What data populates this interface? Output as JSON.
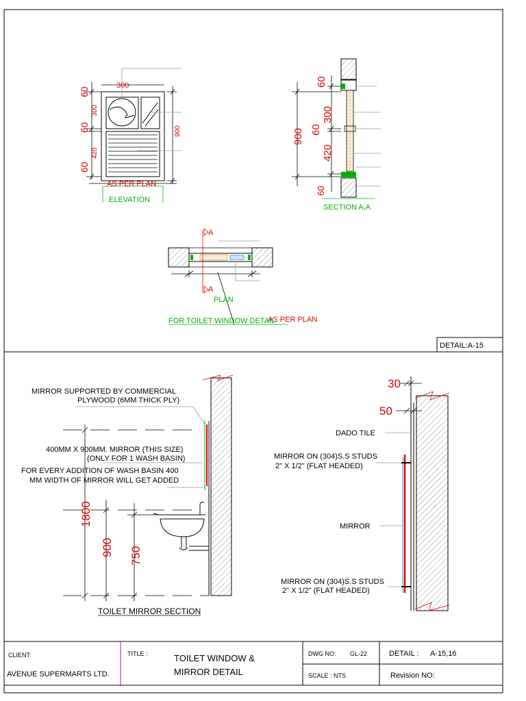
{
  "detail_a15": {
    "elevation": {
      "dims": {
        "w": "300",
        "top": "60",
        "fan": "300",
        "mid": "60",
        "louver": "420",
        "bot": "60",
        "total": "900"
      },
      "as_per_plan": "AS PER PLAN",
      "label": "ELEVATION"
    },
    "section": {
      "dims": {
        "top": "60",
        "a": "300",
        "b": "60",
        "c": "420",
        "d": "60",
        "total": "900"
      },
      "label": "SECTION A,A"
    },
    "plan": {
      "marker": "A",
      "label": "PLAN",
      "as_per_plan": "AS PER PLAN"
    },
    "title": "FOR TOILET WINDOW DETAIL",
    "detail_tag": "DETAIL:A-15"
  },
  "detail_a16": {
    "section_title": "TOILET MIRROR SECTION",
    "notes": {
      "support_1": "MIRROR SUPPORTED BY COMMERCIAL",
      "support_2": "PLYWOOD (6MM THICK PLY)",
      "mirror_1": "400MM X 900MM. MIRROR (THIS SIZE)",
      "mirror_2": "(ONLY FOR 1 WASH BASIN)",
      "add_1": "FOR EVERY ADDITION OF WASH BASIN 400",
      "add_2": "MM WIDTH OF MIRROR WILL GET ADDED"
    },
    "dims": {
      "h1800": "1800",
      "h900": "900",
      "h750": "750"
    },
    "right": {
      "d30": "30",
      "d50": "50",
      "dado": "DADO TILE",
      "stud_top_1": "MIRROR ON (304)S.S STUDS",
      "stud_top_2": "2\" X 1/2\" (FLAT HEADED)",
      "mirror": "MIRROR",
      "stud_bot_1": "MIRROR ON (304)S.S STUDS",
      "stud_bot_2": "2\" X 1/2\" (FLAT HEADED)"
    }
  },
  "title_block": {
    "client_label": "CLIENT:",
    "client": "AVENUE SUPERMARTS LTD.",
    "title_label": "TITLE :",
    "title_1": "TOILET WINDOW &",
    "title_2": "MIRROR DETAIL",
    "dwg_label": "DWG NO:",
    "dwg_no": "GL-22",
    "scale": "SCALE : NTS",
    "detail_label": "DETAIL :",
    "detail_value": "A-15,16",
    "revision": "Revision  NO:"
  }
}
